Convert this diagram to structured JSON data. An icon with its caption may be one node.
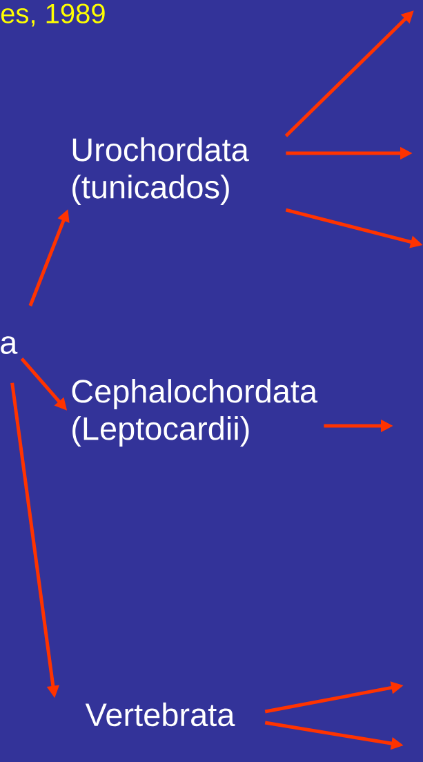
{
  "diagram": {
    "nodes": [
      {
        "text": [
          "a"
        ]
      },
      {
        "text": [
          "Urochordata (tunicados)"
        ]
      },
      {
        "text": [
          "Cephalochordata (Leptocardii)"
        ]
      },
      {
        "text": [
          "Vertebrata"
        ]
      }
    ],
    "edges": [
      {
        "from": 0,
        "to": 1,
        "arrow": "to"
      },
      {
        "from": 0,
        "to": 2,
        "arrow": "to"
      },
      {
        "from": 0,
        "to": 3,
        "arrow": "to"
      },
      {
        "from": 1,
        "to": null,
        "arrow": "to"
      },
      {
        "from": 1,
        "to": null,
        "arrow": "to"
      },
      {
        "from": 1,
        "to": null,
        "arrow": "to"
      },
      {
        "from": 2,
        "to": null,
        "arrow": "to"
      },
      {
        "from": 3,
        "to": null,
        "arrow": "to"
      },
      {
        "from": 3,
        "to": null,
        "arrow": "to"
      }
    ],
    "labels": [
      "es, 1989"
    ]
  }
}
